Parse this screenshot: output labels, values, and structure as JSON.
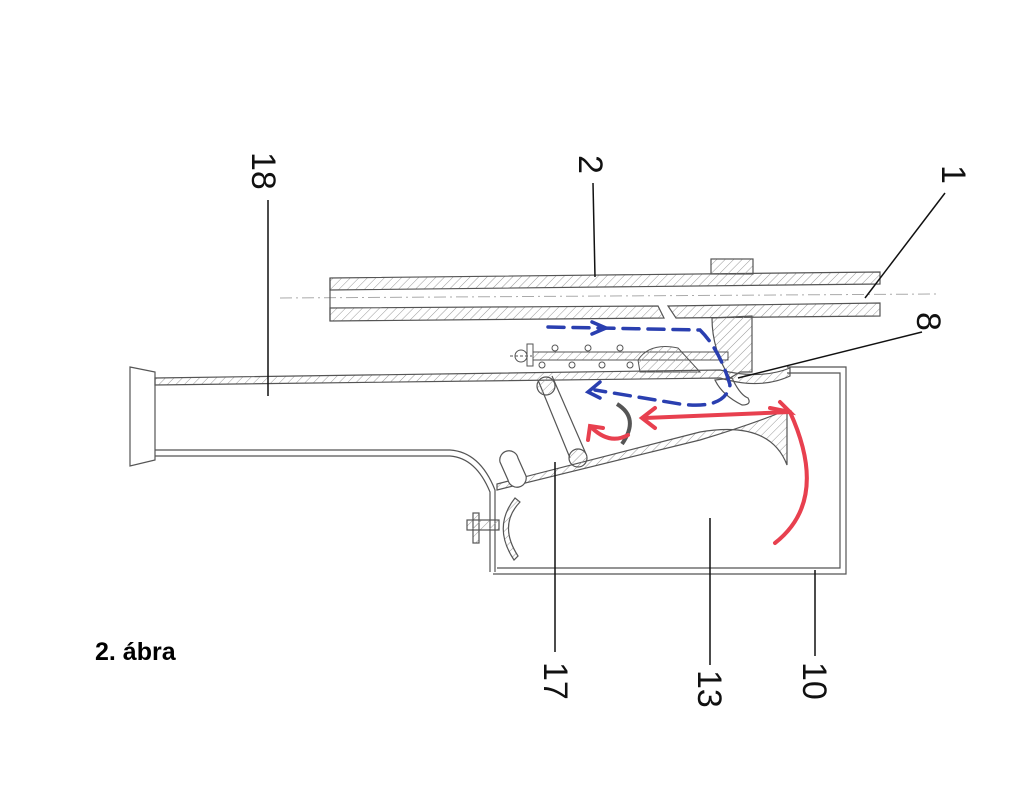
{
  "figure": {
    "caption": "2. ábra",
    "labels": {
      "l18": "18",
      "l2": "2",
      "l1": "1",
      "l8": "8",
      "l17": "17",
      "l13": "13",
      "l10": "10"
    }
  },
  "colors": {
    "line": "#555555",
    "hatch": "#888888",
    "blue_flow": "#2a3fb0",
    "red_flow": "#e8404f"
  }
}
